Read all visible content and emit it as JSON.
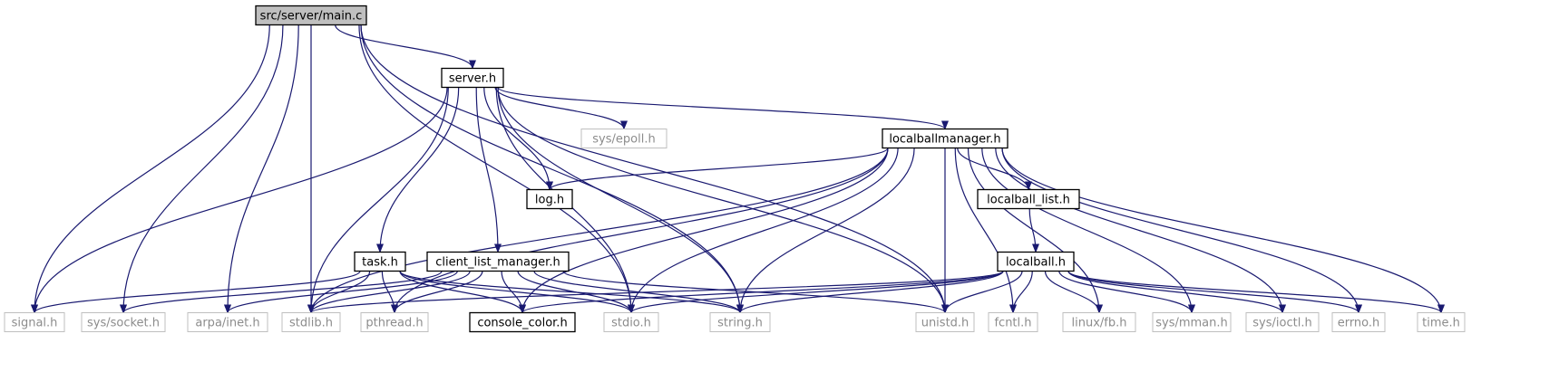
{
  "colors": {
    "edge": "#191970",
    "root_fill": "#bfbfbf",
    "node_border": "#000000",
    "system_border": "#bfbfbf",
    "system_text": "#8c8c8c",
    "text": "#000000"
  },
  "nodes": {
    "main_c": {
      "label": "src/server/main.c",
      "kind": "root"
    },
    "server_h": {
      "label": "server.h",
      "kind": "project"
    },
    "localballmanager_h": {
      "label": "localballmanager.h",
      "kind": "project"
    },
    "log_h": {
      "label": "log.h",
      "kind": "project"
    },
    "localball_list_h": {
      "label": "localball_list.h",
      "kind": "project"
    },
    "localball_h": {
      "label": "localball.h",
      "kind": "project"
    },
    "task_h": {
      "label": "task.h",
      "kind": "project"
    },
    "client_list_manager_h": {
      "label": "client_list_manager.h",
      "kind": "project"
    },
    "console_color_h": {
      "label": "console_color.h",
      "kind": "project"
    },
    "sys_epoll_h": {
      "label": "sys/epoll.h",
      "kind": "system"
    },
    "signal_h": {
      "label": "signal.h",
      "kind": "system"
    },
    "sys_socket_h": {
      "label": "sys/socket.h",
      "kind": "system"
    },
    "arpa_inet_h": {
      "label": "arpa/inet.h",
      "kind": "system"
    },
    "stdlib_h": {
      "label": "stdlib.h",
      "kind": "system"
    },
    "pthread_h": {
      "label": "pthread.h",
      "kind": "system"
    },
    "stdio_h": {
      "label": "stdio.h",
      "kind": "system"
    },
    "string_h": {
      "label": "string.h",
      "kind": "system"
    },
    "unistd_h": {
      "label": "unistd.h",
      "kind": "system"
    },
    "fcntl_h": {
      "label": "fcntl.h",
      "kind": "system"
    },
    "linux_fb_h": {
      "label": "linux/fb.h",
      "kind": "system"
    },
    "sys_mman_h": {
      "label": "sys/mman.h",
      "kind": "system"
    },
    "sys_ioctl_h": {
      "label": "sys/ioctl.h",
      "kind": "system"
    },
    "errno_h": {
      "label": "errno.h",
      "kind": "system"
    },
    "time_h": {
      "label": "time.h",
      "kind": "system"
    }
  },
  "edges": [
    [
      "main_c",
      "server_h"
    ],
    [
      "main_c",
      "signal_h"
    ],
    [
      "main_c",
      "sys_socket_h"
    ],
    [
      "main_c",
      "arpa_inet_h"
    ],
    [
      "main_c",
      "stdlib_h"
    ],
    [
      "main_c",
      "stdio_h"
    ],
    [
      "main_c",
      "string_h"
    ],
    [
      "main_c",
      "unistd_h"
    ],
    [
      "server_h",
      "localballmanager_h"
    ],
    [
      "server_h",
      "sys_epoll_h"
    ],
    [
      "server_h",
      "log_h"
    ],
    [
      "server_h",
      "task_h"
    ],
    [
      "server_h",
      "client_list_manager_h"
    ],
    [
      "server_h",
      "signal_h"
    ],
    [
      "server_h",
      "stdlib_h"
    ],
    [
      "server_h",
      "stdio_h"
    ],
    [
      "server_h",
      "string_h"
    ],
    [
      "server_h",
      "unistd_h"
    ],
    [
      "localballmanager_h",
      "log_h"
    ],
    [
      "localballmanager_h",
      "localball_list_h"
    ],
    [
      "localballmanager_h",
      "stdlib_h"
    ],
    [
      "localballmanager_h",
      "pthread_h"
    ],
    [
      "localballmanager_h",
      "console_color_h"
    ],
    [
      "localballmanager_h",
      "stdio_h"
    ],
    [
      "localballmanager_h",
      "string_h"
    ],
    [
      "localballmanager_h",
      "unistd_h"
    ],
    [
      "localballmanager_h",
      "fcntl_h"
    ],
    [
      "localballmanager_h",
      "linux_fb_h"
    ],
    [
      "localballmanager_h",
      "sys_mman_h"
    ],
    [
      "localballmanager_h",
      "sys_ioctl_h"
    ],
    [
      "localballmanager_h",
      "errno_h"
    ],
    [
      "localballmanager_h",
      "time_h"
    ],
    [
      "localball_list_h",
      "localball_h"
    ],
    [
      "localball_h",
      "stdlib_h"
    ],
    [
      "localball_h",
      "stdio_h"
    ],
    [
      "localball_h",
      "string_h"
    ],
    [
      "localball_h",
      "unistd_h"
    ],
    [
      "localball_h",
      "fcntl_h"
    ],
    [
      "localball_h",
      "linux_fb_h"
    ],
    [
      "localball_h",
      "sys_mman_h"
    ],
    [
      "localball_h",
      "sys_ioctl_h"
    ],
    [
      "localball_h",
      "errno_h"
    ],
    [
      "localball_h",
      "time_h"
    ],
    [
      "localball_h",
      "console_color_h"
    ],
    [
      "task_h",
      "signal_h"
    ],
    [
      "task_h",
      "stdlib_h"
    ],
    [
      "task_h",
      "pthread_h"
    ],
    [
      "task_h",
      "console_color_h"
    ],
    [
      "task_h",
      "stdio_h"
    ],
    [
      "task_h",
      "string_h"
    ],
    [
      "client_list_manager_h",
      "sys_socket_h"
    ],
    [
      "client_list_manager_h",
      "arpa_inet_h"
    ],
    [
      "client_list_manager_h",
      "stdlib_h"
    ],
    [
      "client_list_manager_h",
      "pthread_h"
    ],
    [
      "client_list_manager_h",
      "console_color_h"
    ],
    [
      "client_list_manager_h",
      "stdio_h"
    ],
    [
      "client_list_manager_h",
      "string_h"
    ],
    [
      "client_list_manager_h",
      "unistd_h"
    ]
  ]
}
